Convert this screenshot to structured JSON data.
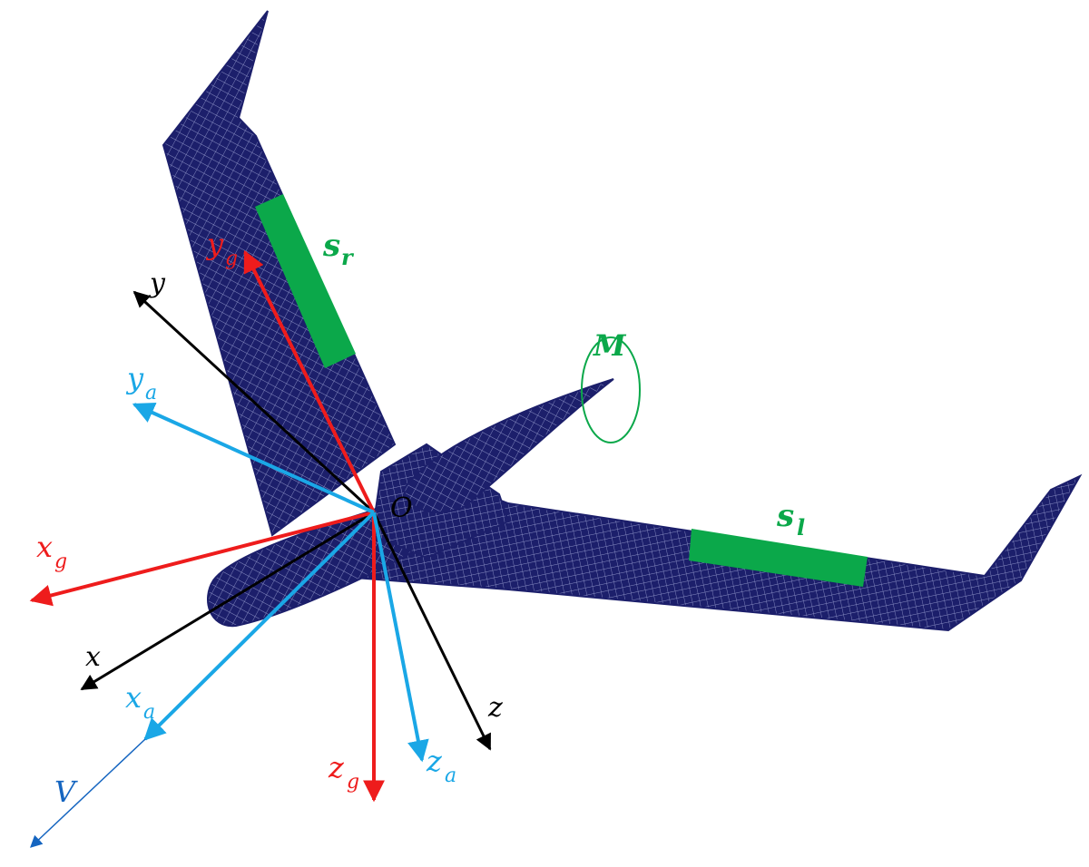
{
  "colors": {
    "mesh": "#1c1f6b",
    "mesh_line": "#8a8fc4",
    "red": "#ee1c1c",
    "cyan": "#1aa7e6",
    "black": "#000000",
    "blue": "#1565c0",
    "green": "#0ba84a"
  },
  "labels": {
    "origin": "O",
    "x": "x",
    "y": "y",
    "z": "z",
    "xg_main": "x",
    "xg_sub": "g",
    "yg_main": "y",
    "yg_sub": "g",
    "zg_main": "z",
    "zg_sub": "g",
    "xa_main": "x",
    "xa_sub": "a",
    "ya_main": "y",
    "ya_sub": "a",
    "za_main": "z",
    "za_sub": "a",
    "v": "V",
    "sr_main": "s",
    "sr_sub": "r",
    "sl_main": "s",
    "sl_sub": "l",
    "m": "M"
  }
}
